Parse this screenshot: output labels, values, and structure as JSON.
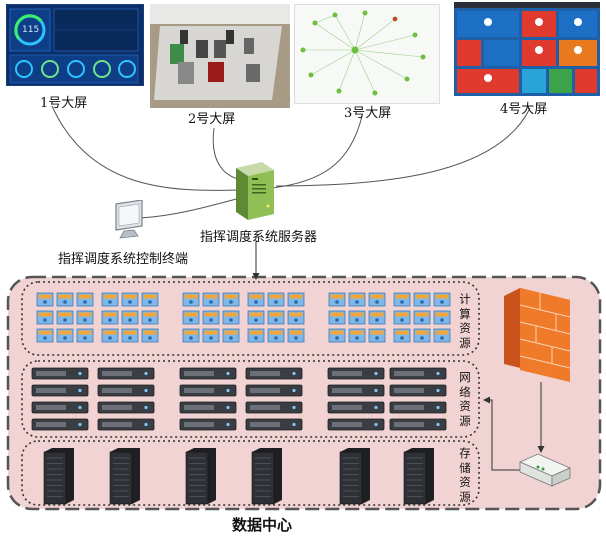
{
  "screens": [
    {
      "label": "1号大屏",
      "gauge_value": "115"
    },
    {
      "label": "2号大屏"
    },
    {
      "label": "3号大屏"
    },
    {
      "label": "4号大屏"
    }
  ],
  "server_label": "指挥调度系统服务器",
  "terminal_label": "指挥调度系统控制终端",
  "datacenter_label": "数据中心",
  "zones": {
    "compute": "计算资源",
    "network": "网络资源",
    "storage": "存储资源"
  },
  "colors": {
    "datacenter_bg": "#f2d3d3",
    "firewall": "#e8691e",
    "server_green": "#7fae45",
    "screen1_bg": "#0a2f6b",
    "screen4_bg": "#1e5fa8"
  }
}
